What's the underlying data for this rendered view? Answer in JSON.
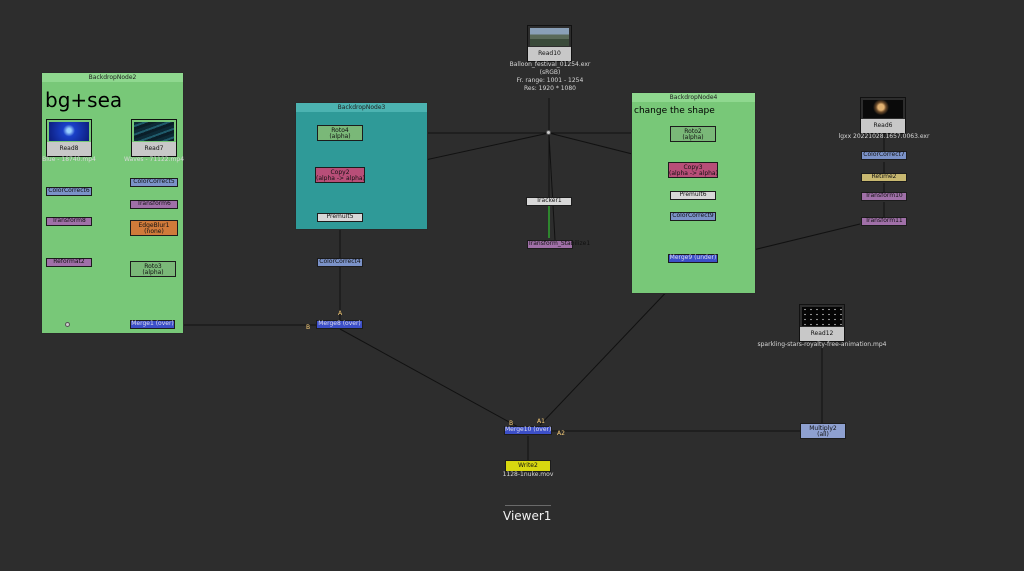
{
  "colors": {
    "background": "#2d2d2d",
    "backdrop_green": "#78c878",
    "backdrop_teal": "#2f9a98",
    "node_blue": "#7b92c8",
    "node_pink": "#a070a8",
    "node_green": "#7ab878",
    "node_copy": "#b84e78",
    "node_white": "#d8d8d8",
    "node_merge": "#3c4fc8",
    "node_write": "#d8d810",
    "node_edgeblur": "#d07a3a",
    "node_retime": "#c8b870",
    "node_multiply": "#8ea0d0"
  },
  "backdrops": {
    "b2": {
      "title": "BackdropNode2",
      "label": "bg+sea"
    },
    "b3": {
      "title": "BackdropNode3"
    },
    "b4": {
      "title": "BackdropNode4",
      "label": "change the shape"
    }
  },
  "reads": {
    "read8": {
      "name": "Read8",
      "file": "Blue - 18740.mp4"
    },
    "read7": {
      "name": "Read7",
      "file": "Waves - 71122.mp4"
    },
    "read10": {
      "name": "Read10",
      "file": "Balloon_festival_01254.exr",
      "colorspace": "(sRGB)",
      "frange": "Fr. range: 1001 - 1254",
      "res": "Res: 1920 * 1080"
    },
    "read6": {
      "name": "Read6",
      "file": "lgxx 20221028.1657.0063.exr"
    },
    "read12": {
      "name": "Read12",
      "file": "sparkling-stars-royalty-free-animation.mp4"
    }
  },
  "nodes": {
    "colorcorrect6": "ColorCorrect6",
    "transform8": "Transform8",
    "reformat2": "Reformat2",
    "colorcorrect5": "ColorCorrect5",
    "transform6": "Transform6",
    "edgeblur1": "EdgeBlur1",
    "edgeblur1_sub": "(none)",
    "roto3": "Roto3",
    "roto3_sub": "(alpha)",
    "merge_bg": "Merge1 (over)",
    "roto4": "Roto4",
    "roto4_sub": "(alpha)",
    "copy2": "Copy2",
    "copy2_sub": "(alpha -> alpha)",
    "premult5": "Premult5",
    "colorcorrect4": "ColorCorrect4",
    "merge8": "Merge8 (over)",
    "tracker1": "Tracker1",
    "transform_stab": "Transform_Stabilize1",
    "roto2": "Roto2",
    "roto2_sub": "(alpha)",
    "copy3": "Copy3",
    "copy3_sub": "(alpha -> alpha)",
    "premult6": "Premult6",
    "colorcorrect9": "ColorCorrect9",
    "merge9": "Merge9 (under)",
    "colorcorrect7": "ColorCorrect7",
    "retime2": "Retime2",
    "transform10": "Transform10",
    "transform11": "Transform11",
    "merge10": "Merge10 (over)",
    "multiply2": "Multiply2",
    "multiply2_sub": "(all)",
    "write2": "Write2",
    "write2_file": "1128-1nuke.mov"
  },
  "inputs": {
    "a": "A",
    "b": "B",
    "a1": "A1",
    "a2": "A2"
  },
  "viewer": "Viewer1"
}
